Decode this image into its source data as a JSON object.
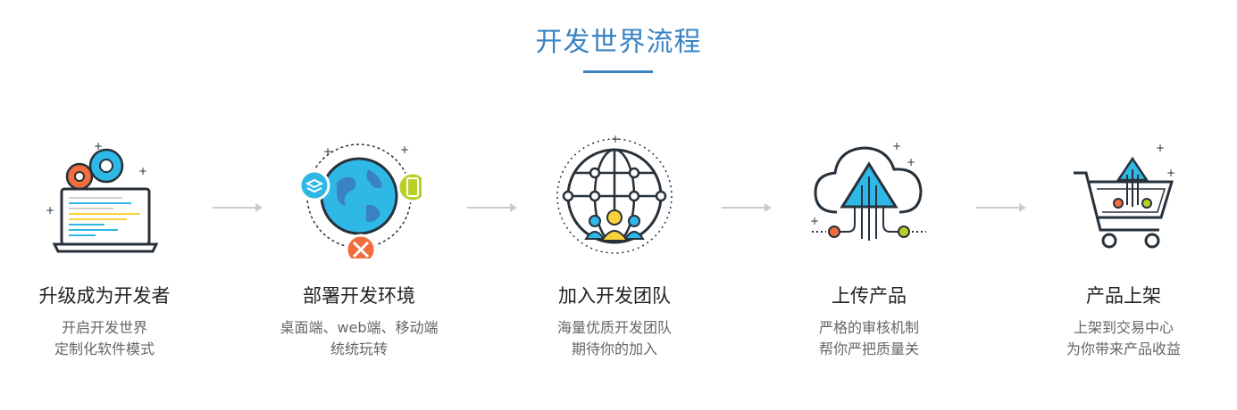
{
  "header": {
    "title": "开发世界流程"
  },
  "steps": [
    {
      "name": "升级成为开发者",
      "desc_line1": "开启开发世界",
      "desc_line2": "定制化软件模式",
      "icon": "laptop-gears-icon"
    },
    {
      "name": "部署开发环境",
      "desc_line1": "桌面端、web端、移动端",
      "desc_line2": "统统玩转",
      "icon": "globe-devices-icon"
    },
    {
      "name": "加入开发团队",
      "desc_line1": "海量优质开发团队",
      "desc_line2": "期待你的加入",
      "icon": "network-team-icon"
    },
    {
      "name": "上传产品",
      "desc_line1": "严格的审核机制",
      "desc_line2": "帮你严把质量关",
      "icon": "cloud-upload-icon"
    },
    {
      "name": "产品上架",
      "desc_line1": "上架到交易中心",
      "desc_line2": "为你带来产品收益",
      "icon": "cart-upload-icon"
    }
  ],
  "colors": {
    "accent": "#3a83c3",
    "cyan": "#2fb8e6",
    "orange": "#f26d3d",
    "yellow": "#fbd23a",
    "lime": "#b8cf26",
    "dark": "#27313a",
    "arrow": "#cccccc"
  }
}
